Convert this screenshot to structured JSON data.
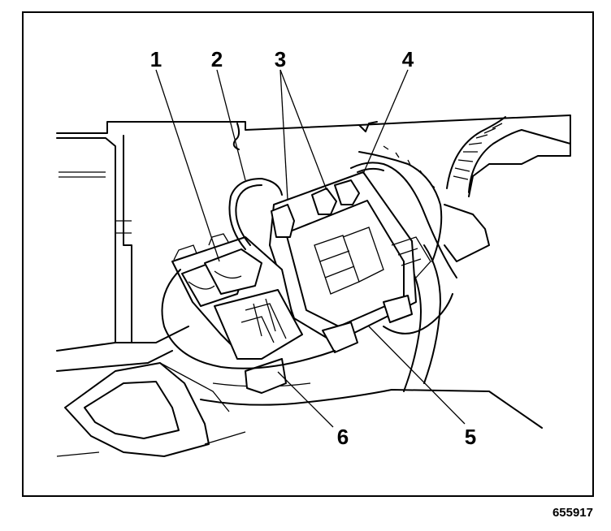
{
  "figure": {
    "id_label": "655917",
    "callouts": [
      {
        "key": "c1",
        "text": "1"
      },
      {
        "key": "c2",
        "text": "2"
      },
      {
        "key": "c3",
        "text": "3"
      },
      {
        "key": "c4",
        "text": "4"
      },
      {
        "key": "c5",
        "text": "5"
      },
      {
        "key": "c6",
        "text": "6"
      }
    ]
  }
}
